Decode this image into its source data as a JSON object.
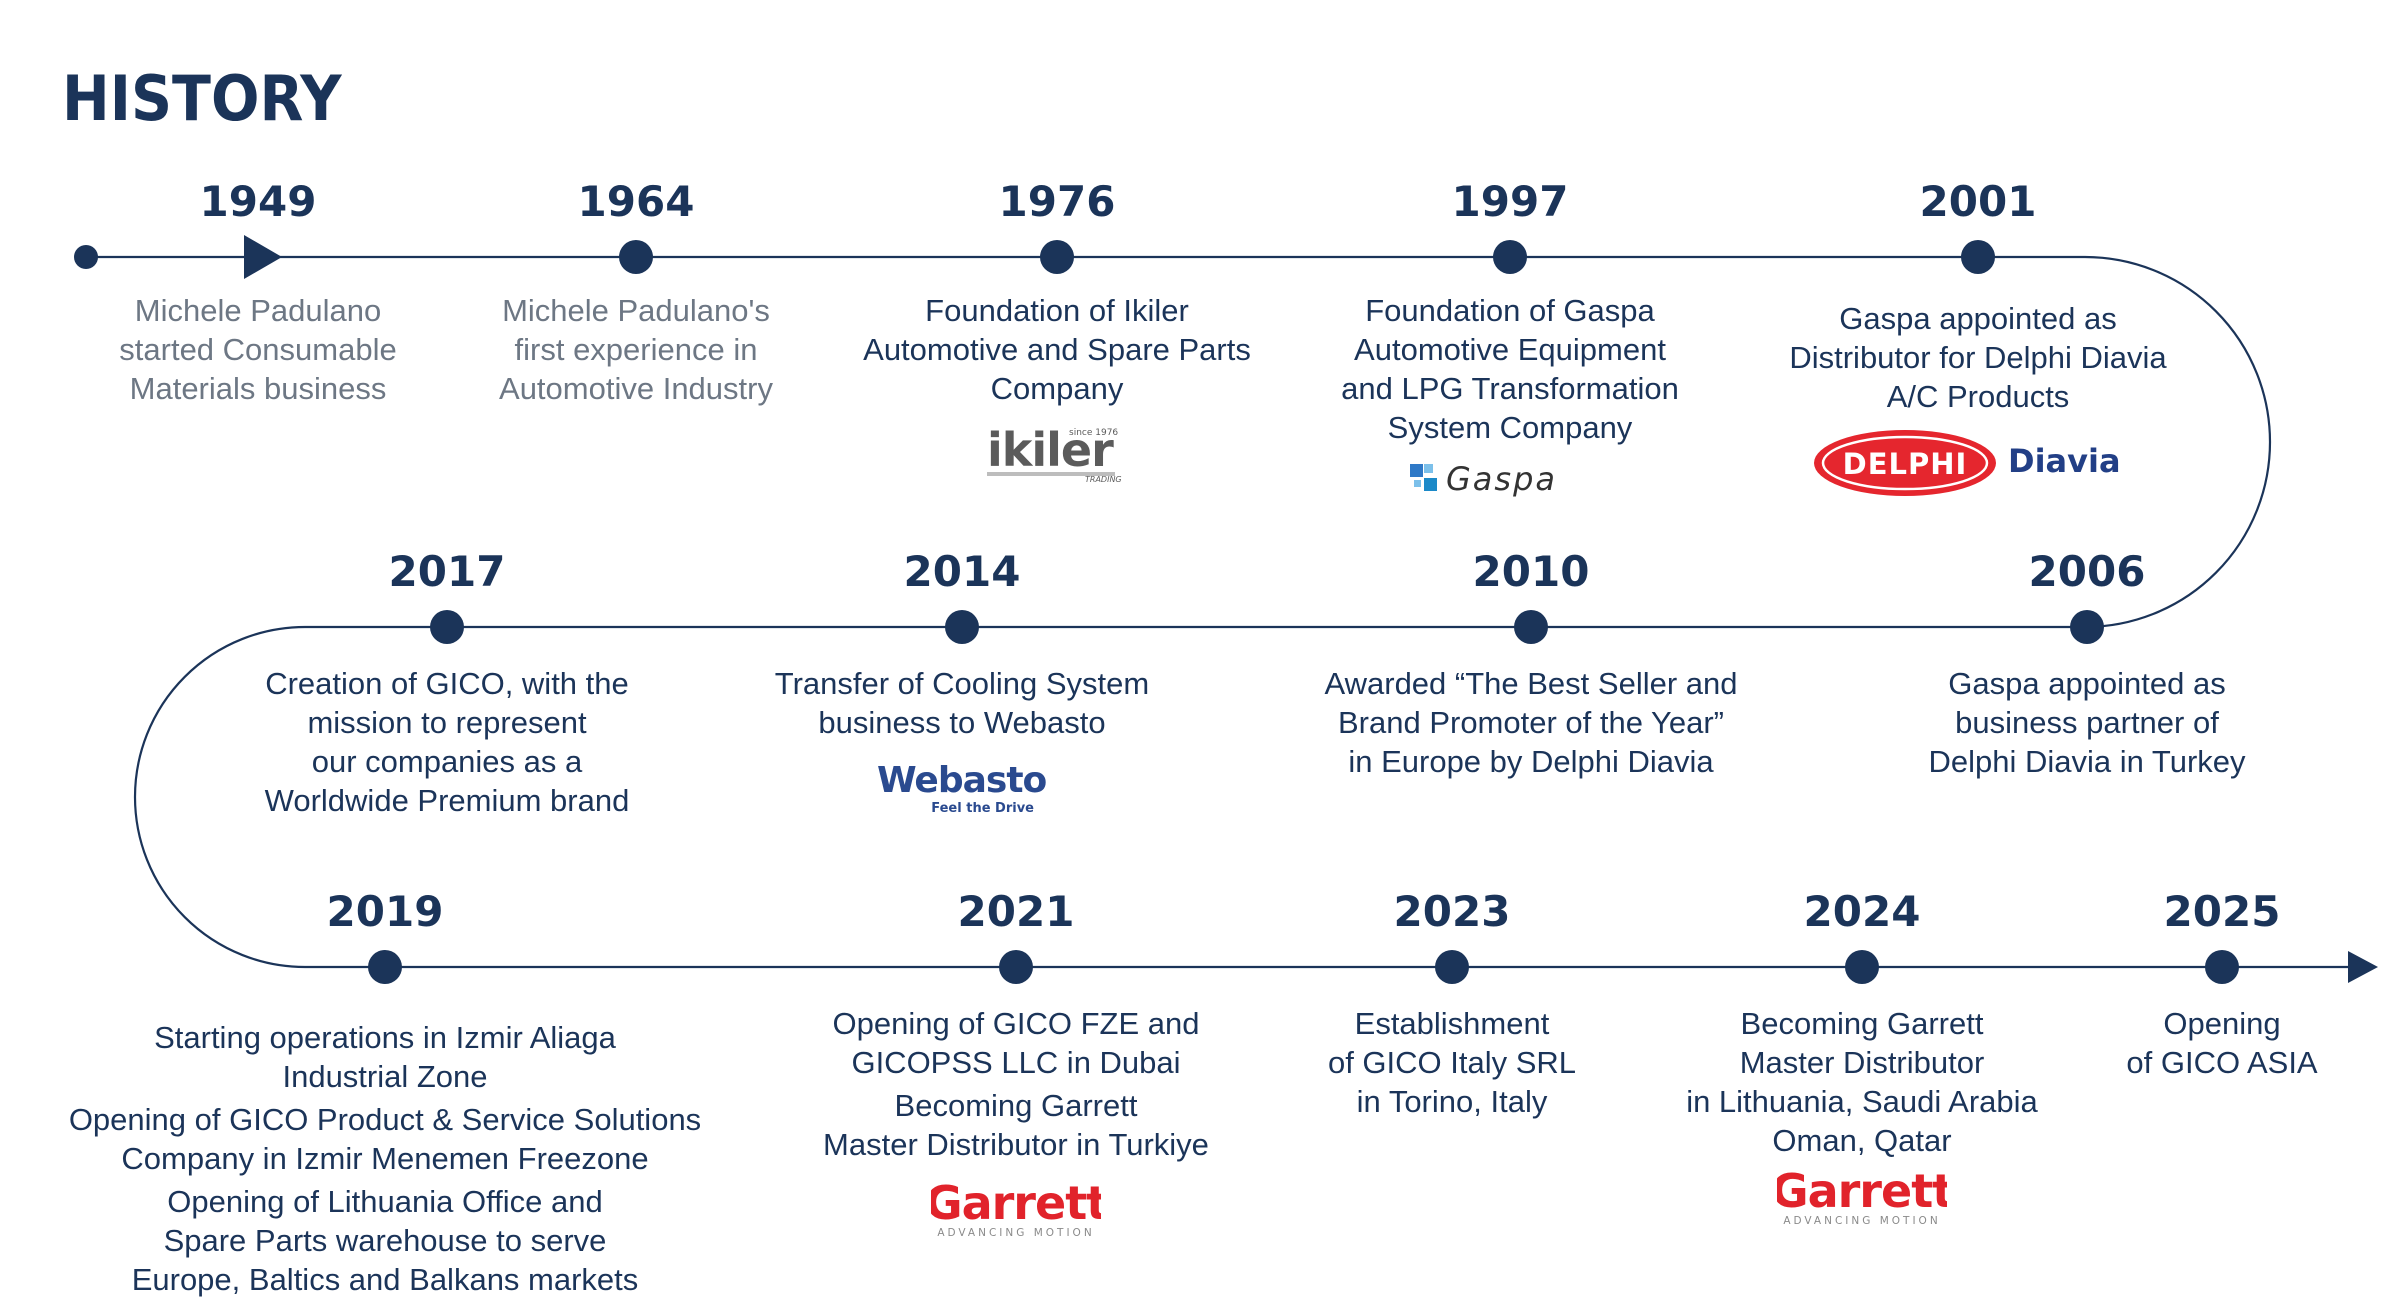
{
  "page": {
    "title": "HISTORY"
  },
  "colors": {
    "navy": "#1b3459",
    "muted": "#6d7784",
    "delphi_red": "#e5262e",
    "garrett_red": "#e1232b",
    "gaspa_blue": "#1b89c8"
  },
  "milestones": [
    {
      "id": "1949",
      "year": "1949",
      "row": 1,
      "marker": "arrow",
      "muted": true,
      "lines": [
        "Michele Padulano",
        "started Consumable",
        "Materials business"
      ]
    },
    {
      "id": "1964",
      "year": "1964",
      "row": 1,
      "marker": "dot",
      "muted": true,
      "lines": [
        "Michele Padulano's",
        "first experience in",
        "Automotive Industry"
      ]
    },
    {
      "id": "1976",
      "year": "1976",
      "row": 1,
      "marker": "dot",
      "lines": [
        "Foundation of Ikiler",
        "Automotive and Spare Parts",
        "Company"
      ],
      "logo": {
        "type": "ikiler",
        "name": "ikiler",
        "since": "since 1976",
        "tag": "TRADING"
      }
    },
    {
      "id": "1997",
      "year": "1997",
      "row": 1,
      "marker": "dot",
      "lines": [
        "Foundation of Gaspa",
        "Automotive Equipment",
        "and LPG Transformation",
        "System Company"
      ],
      "logo": {
        "type": "gaspa",
        "name": "Gaspa"
      }
    },
    {
      "id": "2001",
      "year": "2001",
      "row": 1,
      "marker": "dot",
      "lines": [
        "Gaspa appointed as",
        "Distributor for Delphi Diavia",
        "A/C Products"
      ],
      "logo": {
        "type": "delphi",
        "name": "DELPHI",
        "name2": "Diavia"
      }
    },
    {
      "id": "2006",
      "year": "2006",
      "row": 2,
      "marker": "dot",
      "lines": [
        "Gaspa appointed as",
        "business partner of",
        "Delphi Diavia in Turkey"
      ]
    },
    {
      "id": "2010",
      "year": "2010",
      "row": 2,
      "marker": "dot",
      "lines": [
        "Awarded “The Best Seller and",
        "Brand Promoter of the Year”",
        "in Europe by Delphi Diavia"
      ]
    },
    {
      "id": "2014",
      "year": "2014",
      "row": 2,
      "marker": "dot",
      "lines": [
        "Transfer of Cooling System",
        "business to Webasto"
      ],
      "logo": {
        "type": "webasto",
        "name": "Webasto",
        "tag": "Feel the Drive"
      }
    },
    {
      "id": "2017",
      "year": "2017",
      "row": 2,
      "marker": "dot",
      "lines": [
        "Creation of GICO, with the",
        "mission to represent",
        "our companies as a",
        "Worldwide Premium brand"
      ]
    },
    {
      "id": "2019",
      "year": "2019",
      "row": 3,
      "marker": "dot",
      "paragraphs": [
        [
          "Starting operations in Izmir Aliaga",
          "Industrial Zone"
        ],
        [
          "Opening of GICO Product & Service Solutions",
          "Company in Izmir Menemen Freezone"
        ],
        [
          "Opening of Lithuania Office and",
          "Spare Parts warehouse to serve",
          "Europe, Baltics and Balkans markets"
        ]
      ]
    },
    {
      "id": "2021",
      "year": "2021",
      "row": 3,
      "marker": "dot",
      "paragraphs": [
        [
          "Opening of GICO FZE and",
          "GICOPSS LLC in Dubai"
        ],
        [
          "Becoming Garrett",
          "Master Distributor in Turkiye"
        ]
      ],
      "logo": {
        "type": "garrett",
        "name": "Garrett",
        "tag": "ADVANCING MOTION"
      }
    },
    {
      "id": "2023",
      "year": "2023",
      "row": 3,
      "marker": "dot",
      "lines": [
        "Establishment",
        "of GICO Italy SRL",
        "in Torino, Italy"
      ]
    },
    {
      "id": "2024",
      "year": "2024",
      "row": 3,
      "marker": "dot",
      "lines": [
        "Becoming Garrett",
        "Master Distributor",
        "in Lithuania, Saudi Arabia",
        "Oman, Qatar"
      ],
      "logo": {
        "type": "garrett",
        "name": "Garrett",
        "tag": "ADVANCING MOTION"
      }
    },
    {
      "id": "2025",
      "year": "2025",
      "row": 3,
      "marker": "dot",
      "lines": [
        "Opening",
        "of GICO ASIA"
      ]
    }
  ]
}
